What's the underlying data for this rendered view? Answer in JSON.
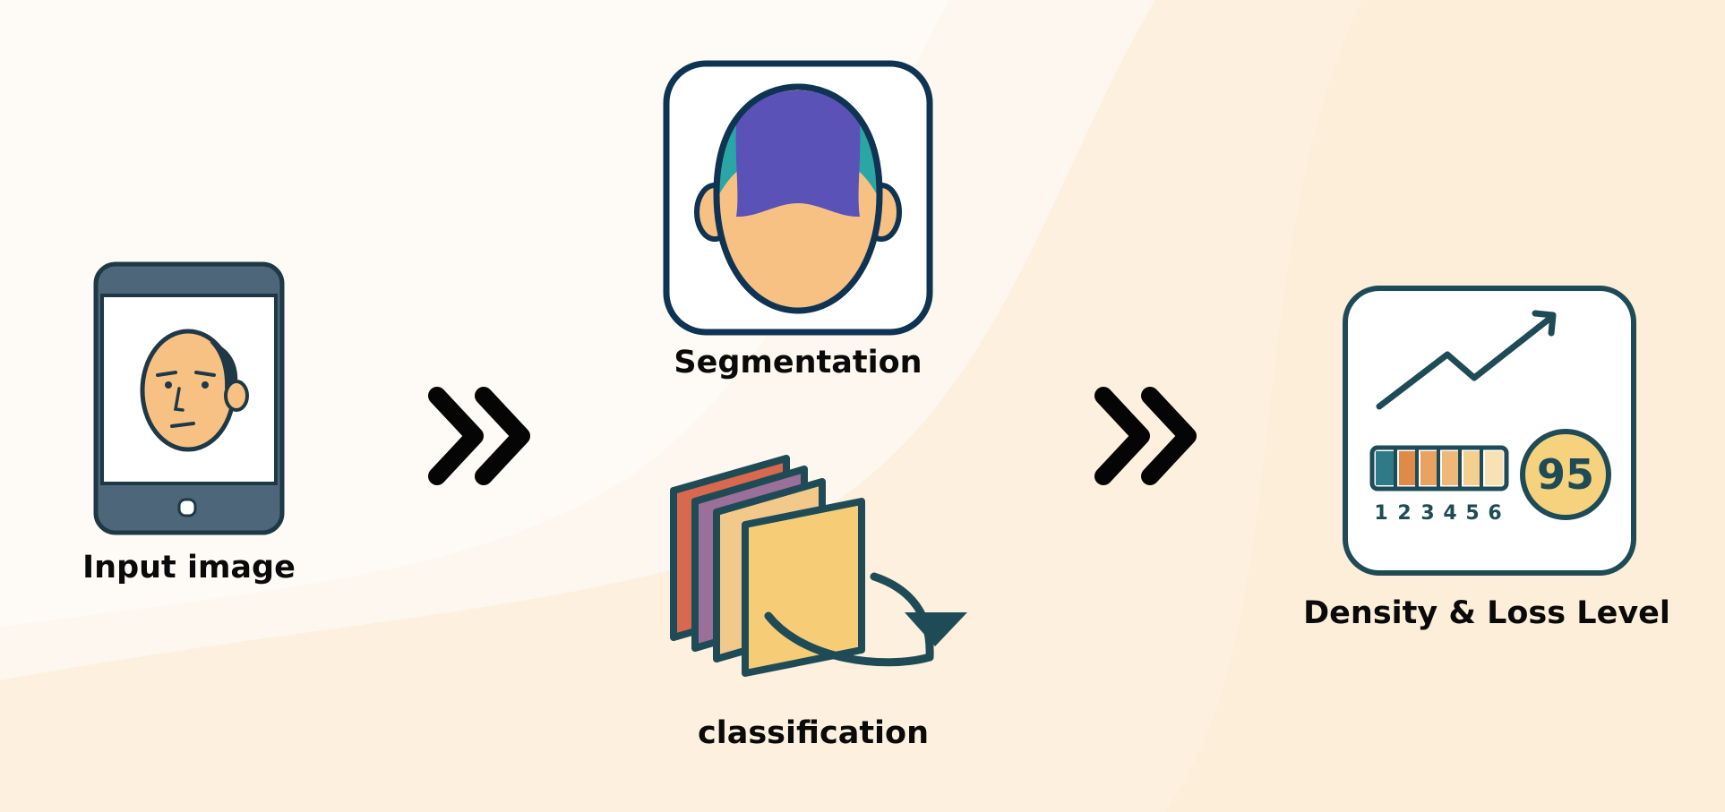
{
  "palette": {
    "background_light": "#fdf8f1",
    "background_warm": "#fdecd6",
    "outline": "#0f3352",
    "teal_outline": "#1f4b56",
    "skin": "#f8c184",
    "hair_purple": "#5b52b7",
    "hair_teal": "#2aa7a4",
    "device_slate": "#4d6679",
    "layer_red": "#d8694e",
    "layer_purple": "#9a6f99",
    "layer_yellow": "#f2c98a",
    "layer_front": "#f6cd76"
  },
  "steps": {
    "input": {
      "label": "Input image",
      "icon": "tablet-with-face-icon"
    },
    "segmentation": {
      "label": "Segmentation",
      "icon": "head-segmentation-icon"
    },
    "classification": {
      "label": "classification",
      "icon": "stacked-layers-icon"
    },
    "output": {
      "label": "Density & Loss Level",
      "icon": "density-chart-icon",
      "scale_numbers": [
        "1",
        "2",
        "3",
        "4",
        "5",
        "6"
      ],
      "score": "95"
    }
  },
  "connectors": [
    {
      "icon": "double-chevron-right-icon"
    },
    {
      "icon": "double-chevron-right-icon"
    }
  ]
}
